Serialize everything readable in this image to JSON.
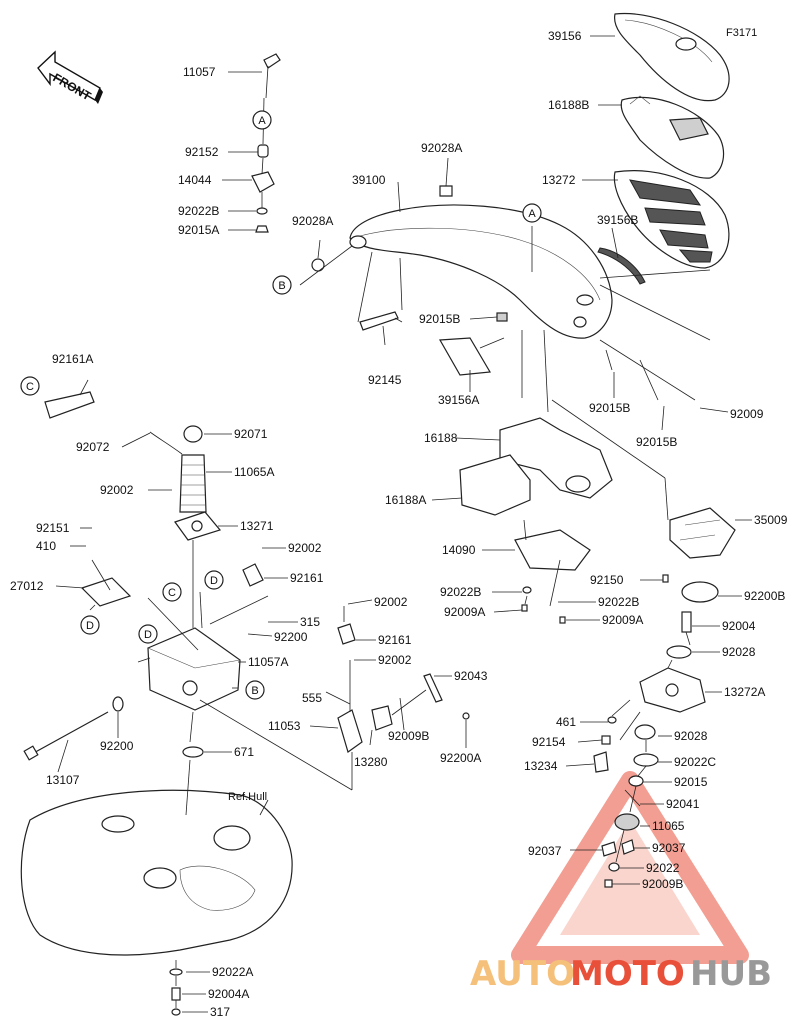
{
  "figure_code": "F3171",
  "front_label": "FRONT",
  "ref_label": "Ref.Hull",
  "parts": [
    {
      "id": "11057",
      "text": "11057"
    },
    {
      "id": "92152",
      "text": "92152"
    },
    {
      "id": "14044",
      "text": "14044"
    },
    {
      "id": "92022B_a",
      "text": "92022B"
    },
    {
      "id": "92015A",
      "text": "92015A"
    },
    {
      "id": "92028A_a",
      "text": "92028A"
    },
    {
      "id": "92028A_b",
      "text": "92028A"
    },
    {
      "id": "39100",
      "text": "39100"
    },
    {
      "id": "92145",
      "text": "92145"
    },
    {
      "id": "92015B_a",
      "text": "92015B"
    },
    {
      "id": "39156A",
      "text": "39156A"
    },
    {
      "id": "39156",
      "text": "39156"
    },
    {
      "id": "16188B",
      "text": "16188B"
    },
    {
      "id": "13272",
      "text": "13272"
    },
    {
      "id": "39156B",
      "text": "39156B"
    },
    {
      "id": "92015B_b",
      "text": "92015B"
    },
    {
      "id": "92015B_c",
      "text": "92015B"
    },
    {
      "id": "92009",
      "text": "92009"
    },
    {
      "id": "92161A",
      "text": "92161A"
    },
    {
      "id": "92072",
      "text": "92072"
    },
    {
      "id": "92071",
      "text": "92071"
    },
    {
      "id": "92002_a",
      "text": "92002"
    },
    {
      "id": "11065A",
      "text": "11065A"
    },
    {
      "id": "92151",
      "text": "92151"
    },
    {
      "id": "410",
      "text": "410"
    },
    {
      "id": "13271",
      "text": "13271"
    },
    {
      "id": "27012",
      "text": "27012"
    },
    {
      "id": "92002_b",
      "text": "92002"
    },
    {
      "id": "92161_a",
      "text": "92161"
    },
    {
      "id": "315",
      "text": "315"
    },
    {
      "id": "92200_a",
      "text": "92200"
    },
    {
      "id": "11057A",
      "text": "11057A"
    },
    {
      "id": "92200_b",
      "text": "92200"
    },
    {
      "id": "13107",
      "text": "13107"
    },
    {
      "id": "671",
      "text": "671"
    },
    {
      "id": "16188",
      "text": "16188"
    },
    {
      "id": "16188A",
      "text": "16188A"
    },
    {
      "id": "14090",
      "text": "14090"
    },
    {
      "id": "92022B_b",
      "text": "92022B"
    },
    {
      "id": "92009A_a",
      "text": "92009A"
    },
    {
      "id": "92022B_c",
      "text": "92022B"
    },
    {
      "id": "92009A_b",
      "text": "92009A"
    },
    {
      "id": "35009",
      "text": "35009"
    },
    {
      "id": "92150",
      "text": "92150"
    },
    {
      "id": "92200B",
      "text": "92200B"
    },
    {
      "id": "92004",
      "text": "92004"
    },
    {
      "id": "92028",
      "text": "92028"
    },
    {
      "id": "13272A",
      "text": "13272A"
    },
    {
      "id": "461",
      "text": "461"
    },
    {
      "id": "92154",
      "text": "92154"
    },
    {
      "id": "92028_b",
      "text": "92028"
    },
    {
      "id": "13234",
      "text": "13234"
    },
    {
      "id": "92022C",
      "text": "92022C"
    },
    {
      "id": "92015",
      "text": "92015"
    },
    {
      "id": "92041",
      "text": "92041"
    },
    {
      "id": "11065",
      "text": "11065"
    },
    {
      "id": "92037_a",
      "text": "92037"
    },
    {
      "id": "92037_b",
      "text": "92037"
    },
    {
      "id": "92022",
      "text": "92022"
    },
    {
      "id": "92009B_a",
      "text": "92009B"
    },
    {
      "id": "92002_c",
      "text": "92002"
    },
    {
      "id": "92161_b",
      "text": "92161"
    },
    {
      "id": "92002_d",
      "text": "92002"
    },
    {
      "id": "92043",
      "text": "92043"
    },
    {
      "id": "555",
      "text": "555"
    },
    {
      "id": "11053",
      "text": "11053"
    },
    {
      "id": "92009B_b",
      "text": "92009B"
    },
    {
      "id": "13280",
      "text": "13280"
    },
    {
      "id": "92200A",
      "text": "92200A"
    },
    {
      "id": "92022A",
      "text": "92022A"
    },
    {
      "id": "92004A",
      "text": "92004A"
    },
    {
      "id": "317",
      "text": "317"
    }
  ],
  "ref_circles": {
    "A": "A",
    "B": "B",
    "C": "C",
    "D": "D"
  },
  "watermark": {
    "part1": "AUTO",
    "part2": "MOTO",
    "part3": "HUB",
    "color1": "#f5c07a",
    "color2": "#e8503a",
    "color3": "#999999"
  }
}
